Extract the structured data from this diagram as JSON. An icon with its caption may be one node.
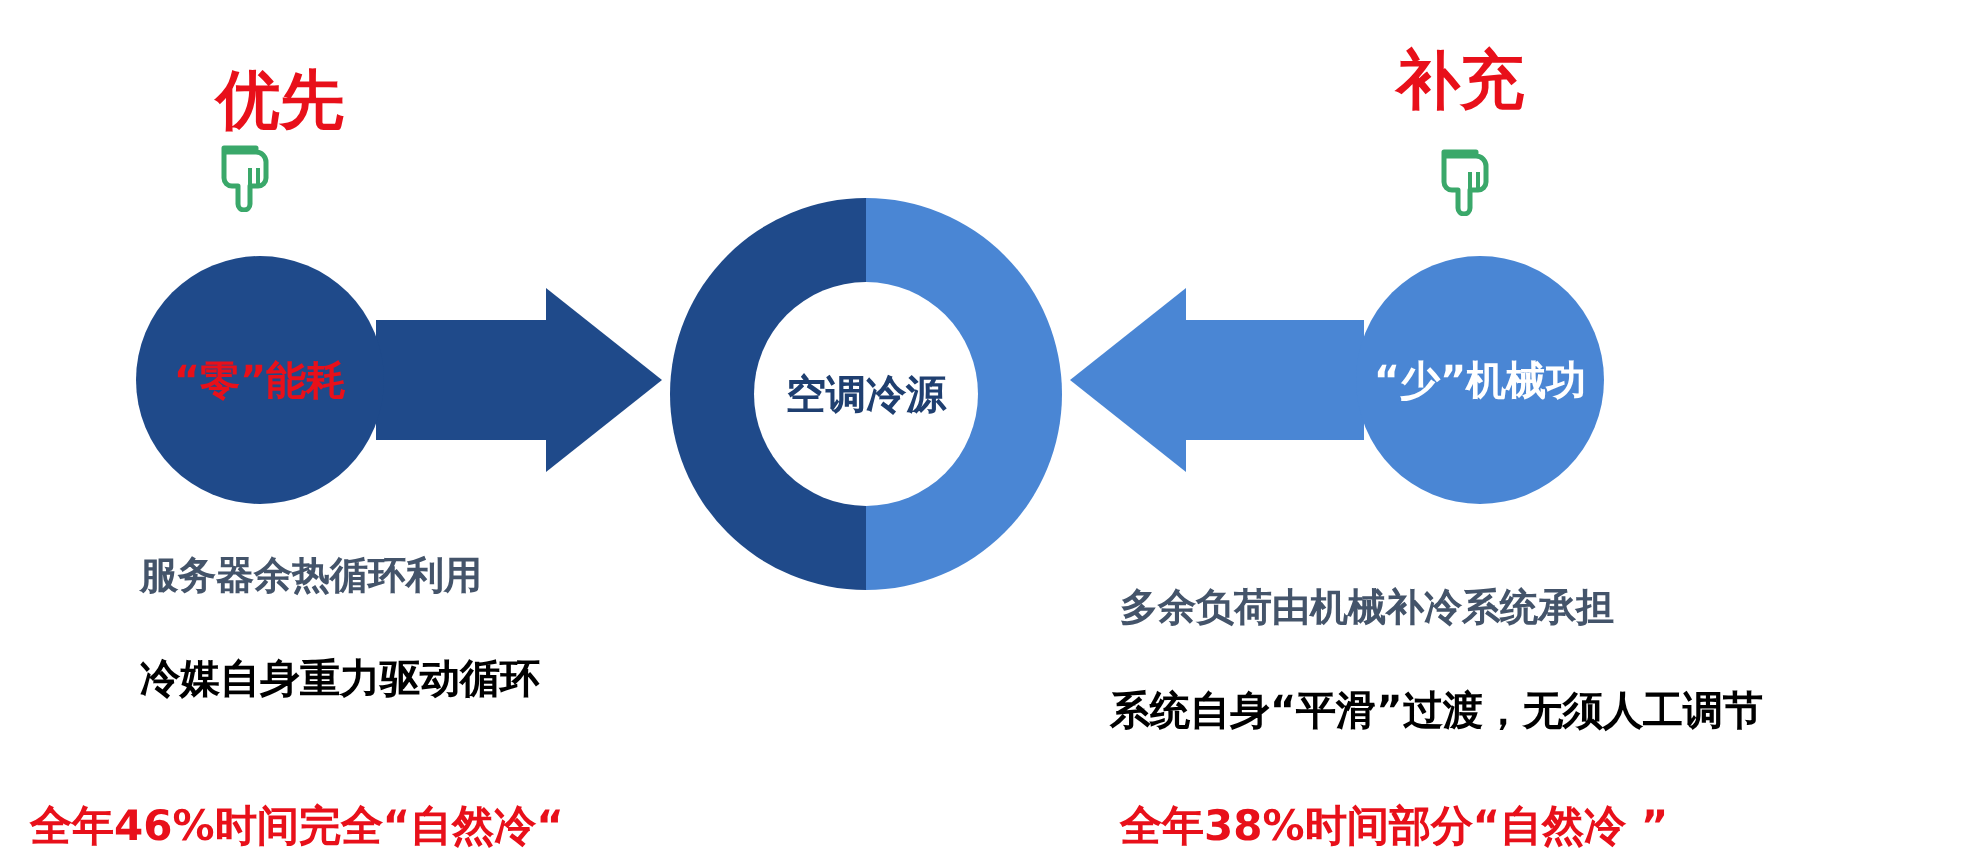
{
  "diagram": {
    "nodes": [
      {
        "text": [
          "“零”能耗"
        ]
      },
      {
        "text": [
          "空调冷源"
        ]
      },
      {
        "text": [
          "“少”机械功"
        ]
      }
    ],
    "edges": [
      {
        "from": 0,
        "to": 1,
        "arrow": "to",
        "color": "#1f4a8a"
      },
      {
        "from": 2,
        "to": 1,
        "arrow": "to",
        "color": "#4a86d4"
      }
    ],
    "labels": [
      "优先",
      "补充",
      "服务器余热循环利用",
      "多余负荷由机械补冷系统承担",
      "冷媒自身重力驱动循环",
      "系统自身“平滑”过渡，无须人工调节",
      "全年46%时间完全“自然冷“",
      "全年38%时间部分“自然冷 ”"
    ]
  }
}
